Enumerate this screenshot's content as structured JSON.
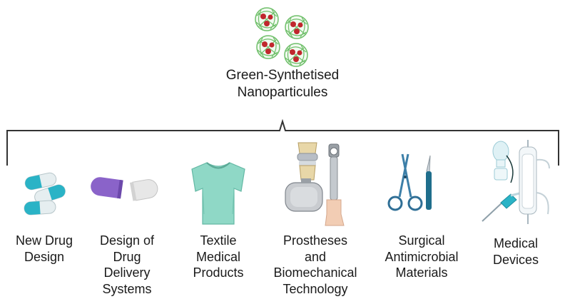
{
  "center": {
    "title_lines": [
      "Green-Synthetised",
      "Nanoparticules"
    ]
  },
  "applications": [
    {
      "lines": [
        "New Drug",
        "Design"
      ]
    },
    {
      "lines": [
        "Design of",
        "Drug",
        "Delivery",
        "Systems"
      ]
    },
    {
      "lines": [
        "Textile",
        "Medical",
        "Products"
      ]
    },
    {
      "lines": [
        "Prostheses",
        "and",
        "Biomechanical",
        "Technology"
      ]
    },
    {
      "lines": [
        "Surgical",
        "Antimicrobial",
        "Materials"
      ]
    },
    {
      "lines": [
        "Medical",
        "Devices"
      ]
    }
  ],
  "colors": {
    "nanoparticle_shell": "#6fbf6a",
    "nanoparticle_core": "#c0272d",
    "capsule_cyan": "#2ab3c6",
    "capsule_purple": "#8a63c9",
    "shirt": "#8fd8c6",
    "bracket": "#333333"
  },
  "icons": [
    "nanoparticles-icon",
    "capsules-icon",
    "capsule-icon",
    "tshirt-icon",
    "prosthesis-icon",
    "scissors-scalpel-icon",
    "medical-devices-icon"
  ]
}
